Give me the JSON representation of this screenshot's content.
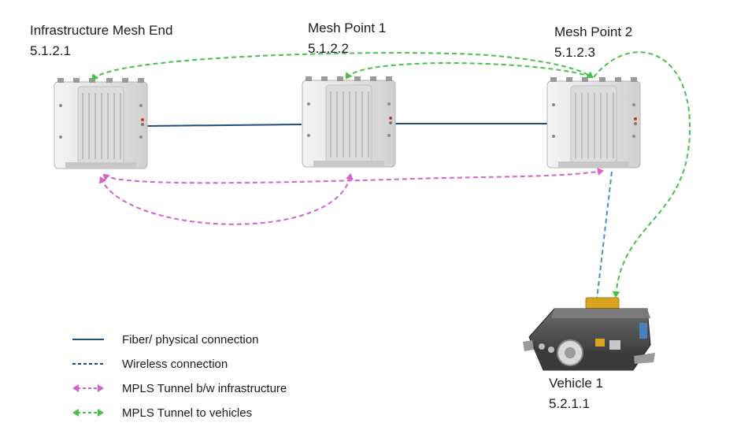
{
  "nodes": {
    "infrastructure_mesh_end": {
      "name": "Infrastructure Mesh End",
      "ip": "5.1.2.1"
    },
    "mesh_point_1": {
      "name": "Mesh Point 1",
      "ip": "5.1.2.2"
    },
    "mesh_point_2": {
      "name": "Mesh Point 2",
      "ip": "5.1.2.3"
    },
    "vehicle_1": {
      "name": "Vehicle 1",
      "ip": "5.2.1.1"
    }
  },
  "legend": {
    "fiber": "Fiber/ physical connection",
    "wireless": "Wireless connection",
    "mpls_infra": "MPLS Tunnel b/w infrastructure",
    "mpls_vehicles": "MPLS Tunnel to vehicles"
  },
  "colors": {
    "fiber": "#1f4e79",
    "wireless": "#4a90c8",
    "mpls_infra": "#d462c8",
    "mpls_vehicles": "#45c24b",
    "device_body": "#e8e8e8",
    "vehicle_unit": "#3a3a3a",
    "vehicle_antenna": "#d9a520"
  },
  "icons": {
    "mesh_device": "outdoor-radio-unit-icon",
    "vehicle_device": "vehicle-radio-unit-icon"
  }
}
